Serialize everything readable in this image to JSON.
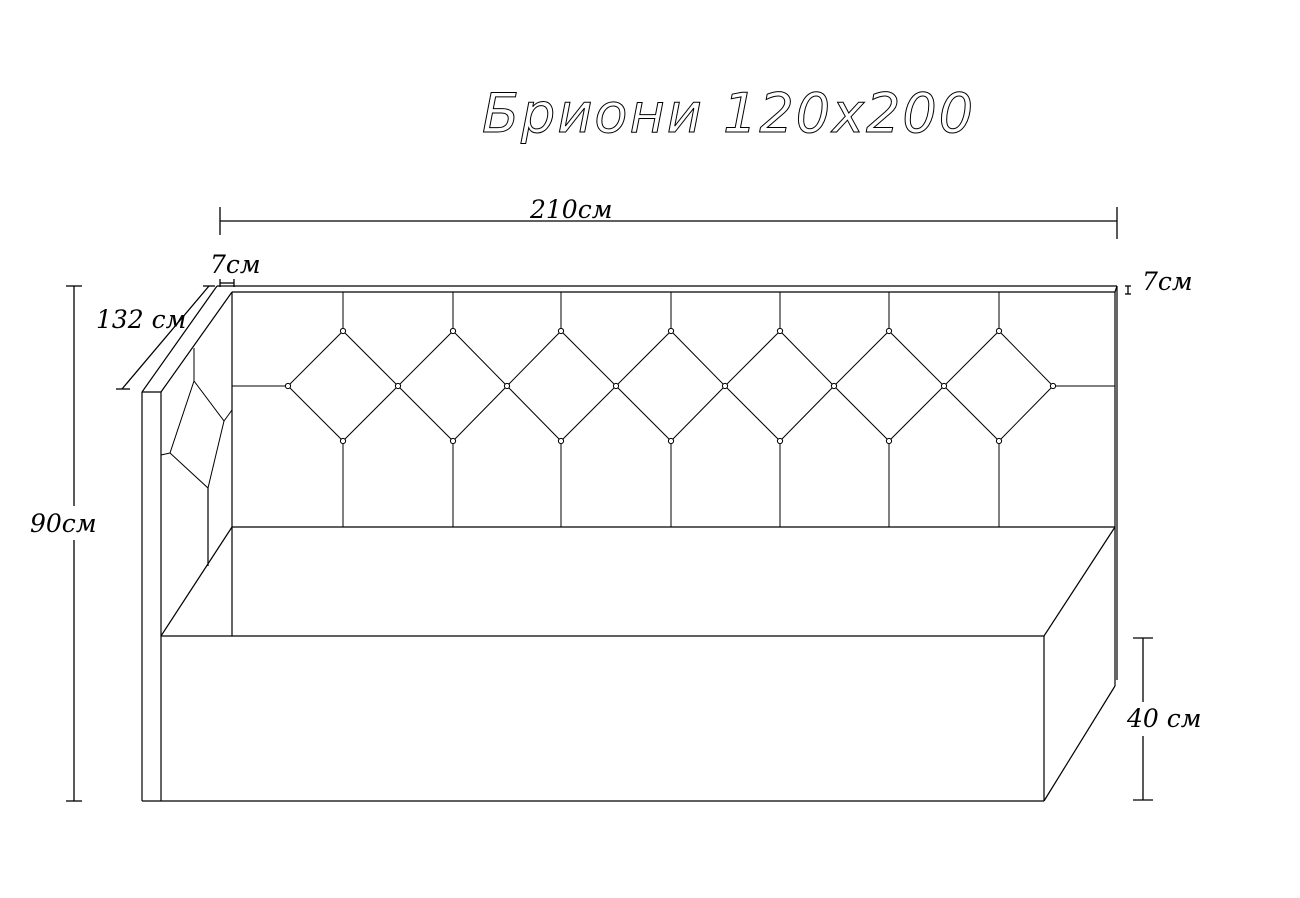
{
  "title": "Бриони 120х200",
  "dimensions": {
    "total_width": "210см",
    "armrest_width_left": "7см",
    "armrest_width_right": "7см",
    "depth": "132 см",
    "height": "90см",
    "seat_height": "40 см"
  },
  "colors": {
    "line": "#000000",
    "background": "#ffffff"
  }
}
